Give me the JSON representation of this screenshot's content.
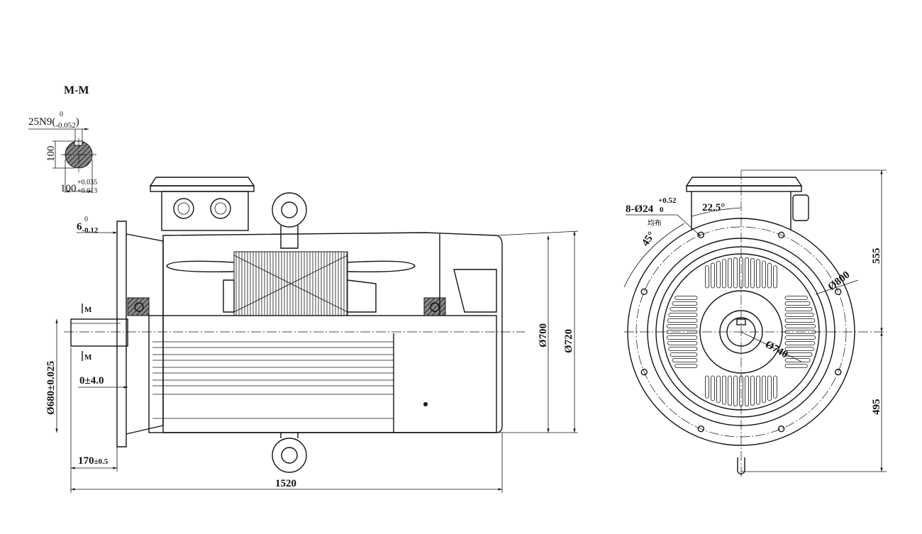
{
  "section_view": {
    "title": "M-M",
    "keyway": "25N9(",
    "keyway_upper": "0",
    "keyway_lower": "-0.052",
    "keyway_close": ")",
    "height": "100",
    "diameter": "100",
    "diameter_upper": "+0.035",
    "diameter_lower": "+0.013"
  },
  "side_view": {
    "flange_thickness": "6",
    "flange_thickness_upper": "0",
    "flange_thickness_lower": "-0.12",
    "section_mark_top": "M",
    "section_mark_bottom": "M",
    "spigot_diameter": "Ø680±0.025",
    "offset": "0±4.0",
    "shaft_length": "170",
    "shaft_length_tol": "±0.5",
    "overall_length": "1520",
    "body_diameter": "Ø700",
    "cover_diameter": "Ø720"
  },
  "front_view": {
    "holes": "8-Ø24",
    "holes_upper": "+0.52",
    "holes_lower": "0",
    "holes_note": "均布",
    "angle_small": "22.5°",
    "angle_large": "45°",
    "flange_diameter": "Ø800",
    "pcd": "Ø740",
    "height_top": "555",
    "height_bottom": "495"
  }
}
